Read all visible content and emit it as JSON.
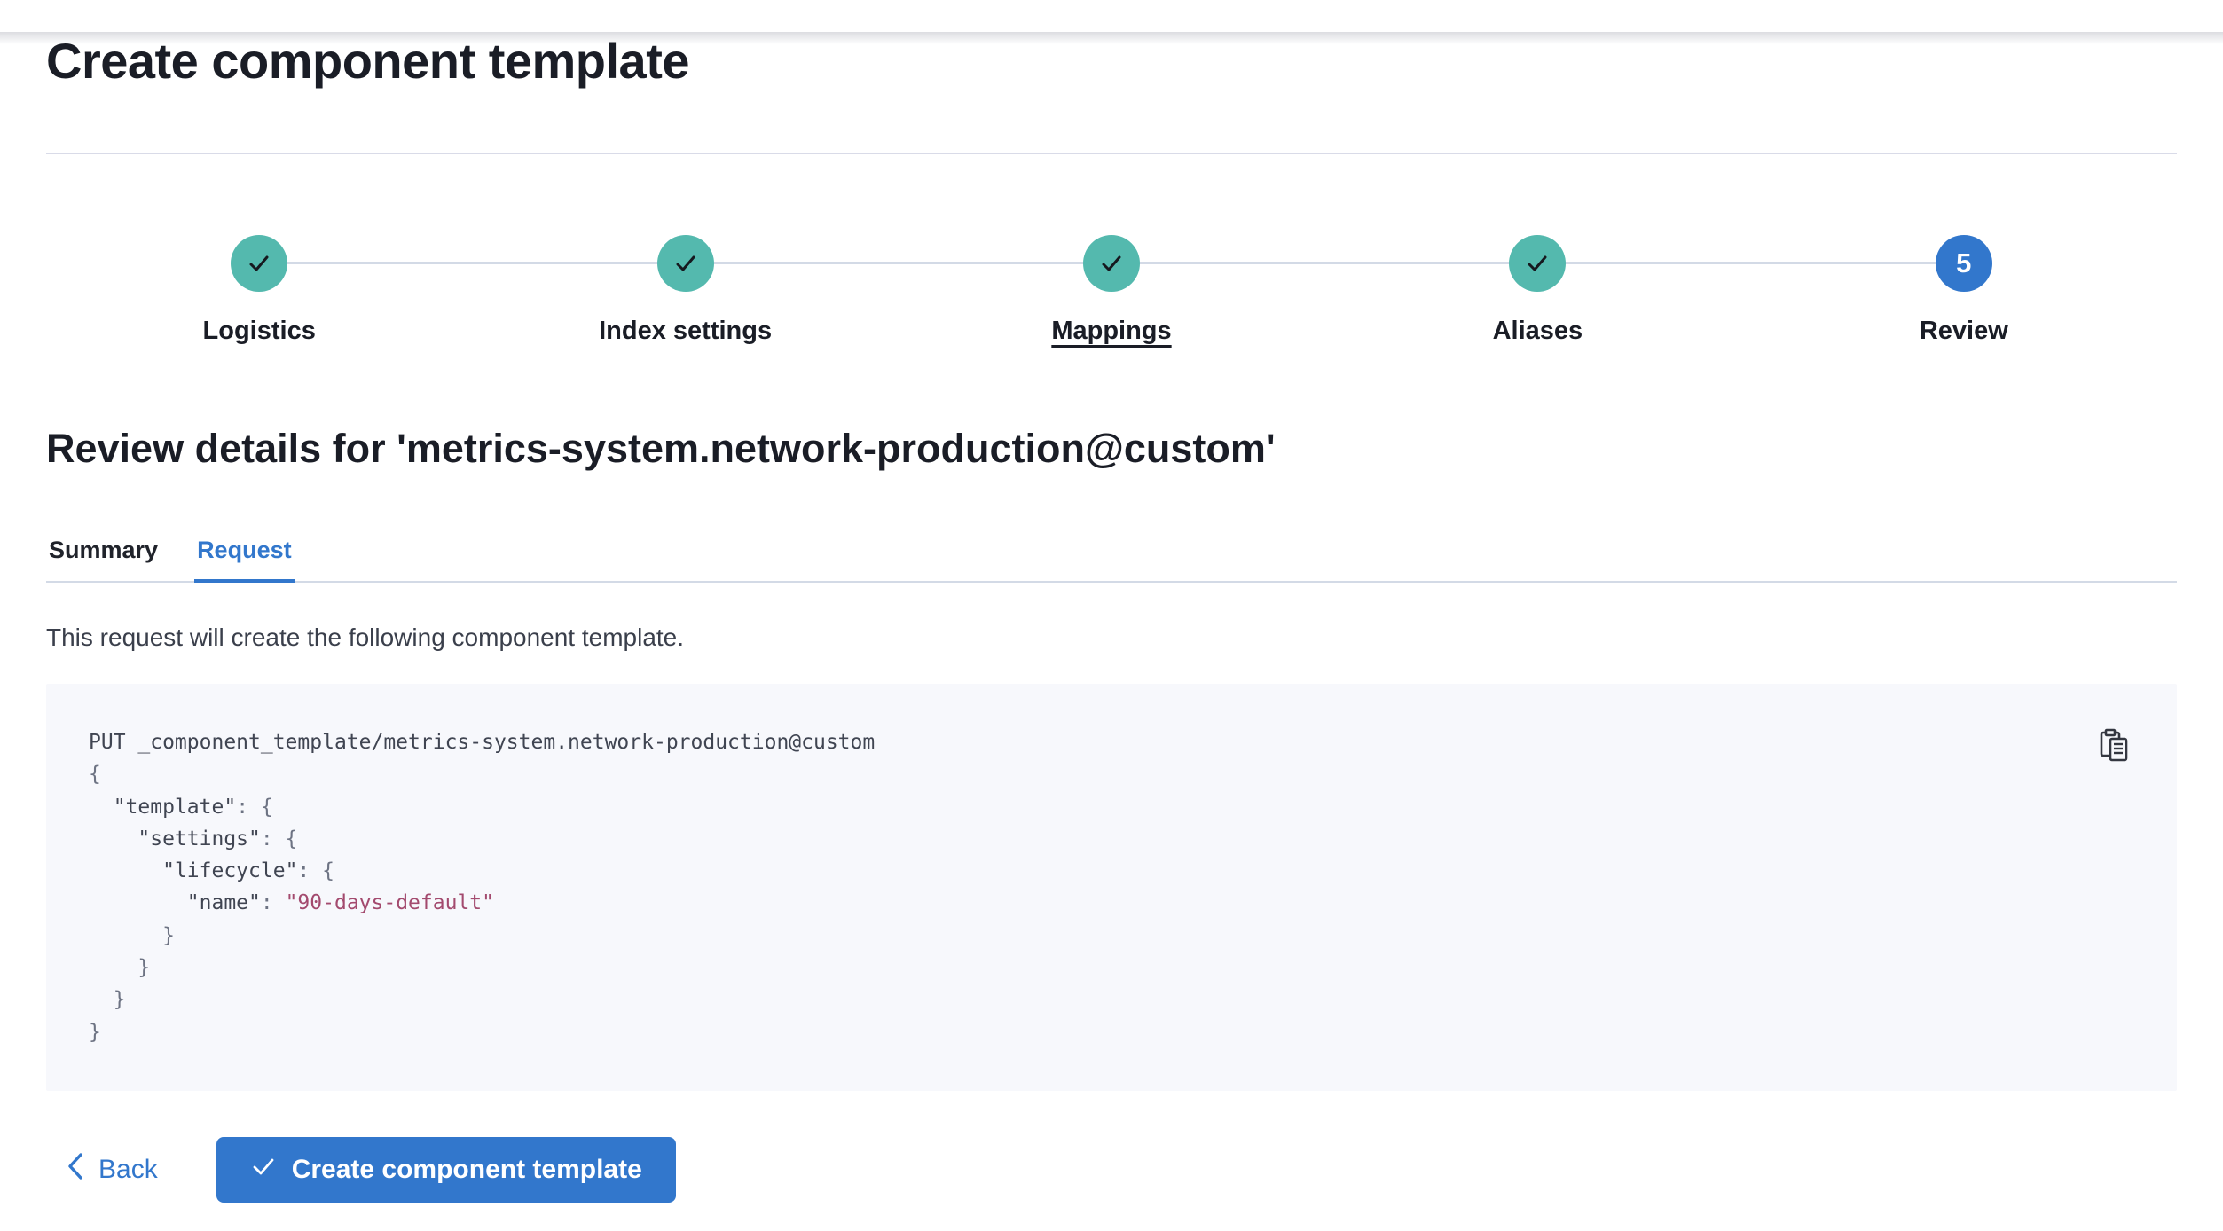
{
  "page": {
    "title": "Create component template"
  },
  "stepper": {
    "steps": [
      {
        "label": "Logistics",
        "status": "complete",
        "underlined": false
      },
      {
        "label": "Index settings",
        "status": "complete",
        "underlined": false
      },
      {
        "label": "Mappings",
        "status": "complete",
        "underlined": true
      },
      {
        "label": "Aliases",
        "status": "complete",
        "underlined": false
      },
      {
        "label": "Review",
        "status": "current",
        "number": "5",
        "underlined": false
      }
    ]
  },
  "review": {
    "heading": "Review details for 'metrics-system.network-production@custom'",
    "tabs": [
      {
        "label": "Summary",
        "active": false
      },
      {
        "label": "Request",
        "active": true
      }
    ],
    "description": "This request will create the following component template."
  },
  "code_block": {
    "copy_icon": "copy-to-clipboard-icon",
    "lines": [
      [
        {
          "t": "PUT _component_template/metrics-system.network-production@custom",
          "c": "plain"
        }
      ],
      [
        {
          "t": "{",
          "c": "punct"
        }
      ],
      [
        {
          "t": "  ",
          "c": "plain"
        },
        {
          "t": "\"template\"",
          "c": "key"
        },
        {
          "t": ": ",
          "c": "punct"
        },
        {
          "t": "{",
          "c": "punct"
        }
      ],
      [
        {
          "t": "    ",
          "c": "plain"
        },
        {
          "t": "\"settings\"",
          "c": "key"
        },
        {
          "t": ": ",
          "c": "punct"
        },
        {
          "t": "{",
          "c": "punct"
        }
      ],
      [
        {
          "t": "      ",
          "c": "plain"
        },
        {
          "t": "\"lifecycle\"",
          "c": "key"
        },
        {
          "t": ": ",
          "c": "punct"
        },
        {
          "t": "{",
          "c": "punct"
        }
      ],
      [
        {
          "t": "        ",
          "c": "plain"
        },
        {
          "t": "\"name\"",
          "c": "key"
        },
        {
          "t": ": ",
          "c": "punct"
        },
        {
          "t": "\"90-days-default\"",
          "c": "string"
        }
      ],
      [
        {
          "t": "      }",
          "c": "punct"
        }
      ],
      [
        {
          "t": "    }",
          "c": "punct"
        }
      ],
      [
        {
          "t": "  }",
          "c": "punct"
        }
      ],
      [
        {
          "t": "}",
          "c": "punct"
        }
      ]
    ]
  },
  "footer": {
    "back_label": "Back",
    "create_label": "Create component template"
  },
  "colors": {
    "primary_blue": "#3277cc",
    "success_teal": "#54b9ae",
    "code_string": "#a34a6e",
    "divider_gray": "#d3dae6"
  }
}
